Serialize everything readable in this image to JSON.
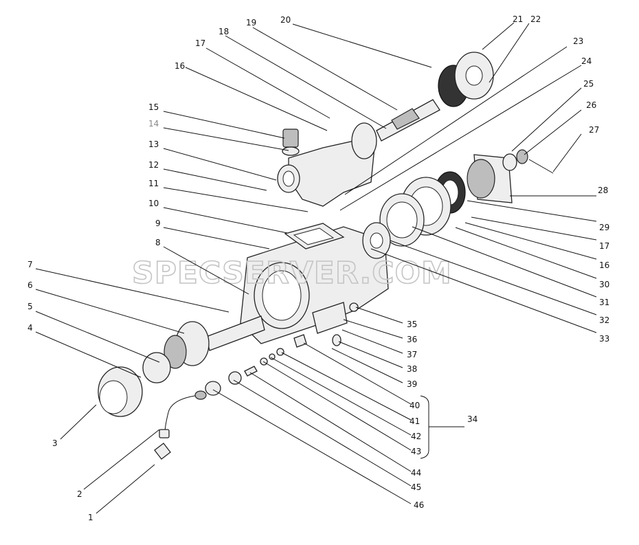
{
  "watermark": "SPECSERVER.COM",
  "brace_label": "34",
  "callouts": [
    {
      "n": "1"
    },
    {
      "n": "2"
    },
    {
      "n": "3"
    },
    {
      "n": "4"
    },
    {
      "n": "5"
    },
    {
      "n": "6"
    },
    {
      "n": "7"
    },
    {
      "n": "8"
    },
    {
      "n": "9"
    },
    {
      "n": "10"
    },
    {
      "n": "11"
    },
    {
      "n": "12"
    },
    {
      "n": "13"
    },
    {
      "n": "14"
    },
    {
      "n": "15"
    },
    {
      "n": "16"
    },
    {
      "n": "17"
    },
    {
      "n": "18"
    },
    {
      "n": "19"
    },
    {
      "n": "20"
    },
    {
      "n": "21"
    },
    {
      "n": "22"
    },
    {
      "n": "23"
    },
    {
      "n": "24"
    },
    {
      "n": "25"
    },
    {
      "n": "26"
    },
    {
      "n": "27"
    },
    {
      "n": "28"
    },
    {
      "n": "29"
    },
    {
      "n": "17"
    },
    {
      "n": "16"
    },
    {
      "n": "30"
    },
    {
      "n": "31"
    },
    {
      "n": "32"
    },
    {
      "n": "33"
    },
    {
      "n": "35"
    },
    {
      "n": "36"
    },
    {
      "n": "37"
    },
    {
      "n": "38"
    },
    {
      "n": "39"
    },
    {
      "n": "40"
    },
    {
      "n": "41"
    },
    {
      "n": "42"
    },
    {
      "n": "43"
    },
    {
      "n": "44"
    },
    {
      "n": "45"
    },
    {
      "n": "46"
    }
  ]
}
